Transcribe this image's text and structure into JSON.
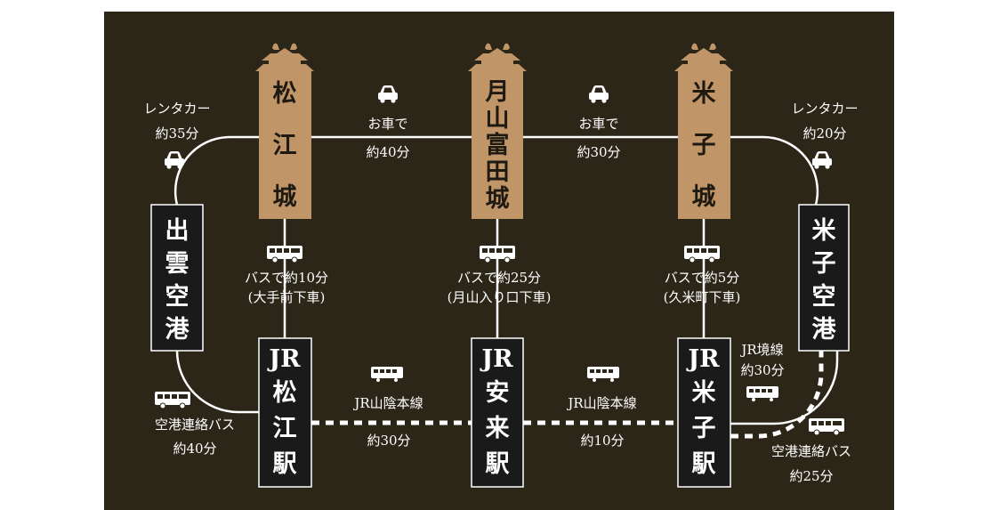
{
  "castles": [
    {
      "id": "matsue-castle",
      "chars": [
        "松",
        "江",
        "城"
      ]
    },
    {
      "id": "gassantoda-castle",
      "chars": [
        "月",
        "山",
        "富",
        "田",
        "城"
      ]
    },
    {
      "id": "yonago-castle",
      "chars": [
        "米",
        "子",
        "城"
      ]
    }
  ],
  "stations": [
    {
      "id": "matsue-station",
      "chars": [
        "JR",
        "松",
        "江",
        "駅"
      ]
    },
    {
      "id": "yasugi-station",
      "chars": [
        "JR",
        "安",
        "来",
        "駅"
      ]
    },
    {
      "id": "yonago-station",
      "chars": [
        "JR",
        "米",
        "子",
        "駅"
      ]
    }
  ],
  "airports": [
    {
      "id": "izumo-airport",
      "chars": [
        "出",
        "雲",
        "空",
        "港"
      ]
    },
    {
      "id": "yonago-airport",
      "chars": [
        "米",
        "子",
        "空",
        "港"
      ]
    }
  ],
  "routes": {
    "izumo_rental": {
      "mode": "レンタカー",
      "time": "約35分"
    },
    "yonago_rental": {
      "mode": "レンタカー",
      "time": "約20分"
    },
    "car_matsue_gassan": {
      "mode": "お車で",
      "time": "約40分"
    },
    "car_gassan_yonago": {
      "mode": "お車で",
      "time": "約30分"
    },
    "bus_matsue": {
      "line1": "バスで約10分",
      "line2": "(大手前下車)"
    },
    "bus_gassan": {
      "line1": "バスで約25分",
      "line2": "(月山入り口下車)"
    },
    "bus_yonago": {
      "line1": "バスで約5分",
      "line2": "(久米町下車)"
    },
    "train_matsue_yasugi": {
      "line": "JR山陰本線",
      "time": "約30分"
    },
    "train_yasugi_yonago": {
      "line": "JR山陰本線",
      "time": "約10分"
    },
    "sakai_line": {
      "line": "JR境線",
      "time": "約30分"
    },
    "izumo_airport_bus": {
      "mode": "空港連絡バス",
      "time": "約40分"
    },
    "yonago_airport_bus": {
      "mode": "空港連絡バス",
      "time": "約25分"
    }
  },
  "colors": {
    "background": "#2b2618",
    "castle": "#c09568",
    "line": "#ffffff",
    "box": "#1b1a1a"
  },
  "icons": {
    "car": "car-icon",
    "bus": "bus-icon",
    "train": "train-icon",
    "castle_roof": "castle-roof-icon"
  }
}
